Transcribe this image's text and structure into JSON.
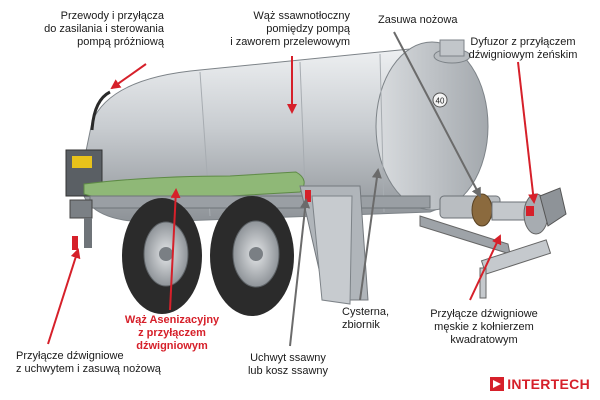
{
  "colors": {
    "accent": "#d6202a",
    "label_text": "#1a1a1a",
    "tank": "#c9cdd1",
    "hose": "#8fb877",
    "tyre": "#2b2b2b"
  },
  "callouts": {
    "hose_electrics": [
      "Przewody i przyłącza",
      "do zasilania i sterowania",
      "pompą próżniową"
    ],
    "suction_hose": [
      "Wąż ssawnotłoczny",
      "pomiędzy pompą",
      "i zaworem przelewowym"
    ],
    "gate_valve": [
      "Zasuwa nożowa"
    ],
    "diffuser": [
      "Dyfuzor z przyłączem",
      "dźwigniowym żeńskim"
    ],
    "sanitation_hose": [
      "Wąż Asenizacyjny",
      "z przyłączem",
      "dźwigniowym"
    ],
    "tank": [
      "Cysterna,",
      "zbiornik"
    ],
    "male_coupling": [
      "Przyłącze dźwigniowe",
      "męskie z kołnierzem",
      "kwadratowym"
    ],
    "lever_coupling": [
      "Przyłącze dźwigniowe",
      "z uchwytem i zasuwą nożową"
    ],
    "suction_holder": [
      "Uchwyt ssawny",
      "lub kosz ssawny"
    ]
  },
  "tank_badge": "40",
  "brand": {
    "name": "INTERTECH",
    "logo_icon": "intertech-logo-icon"
  }
}
